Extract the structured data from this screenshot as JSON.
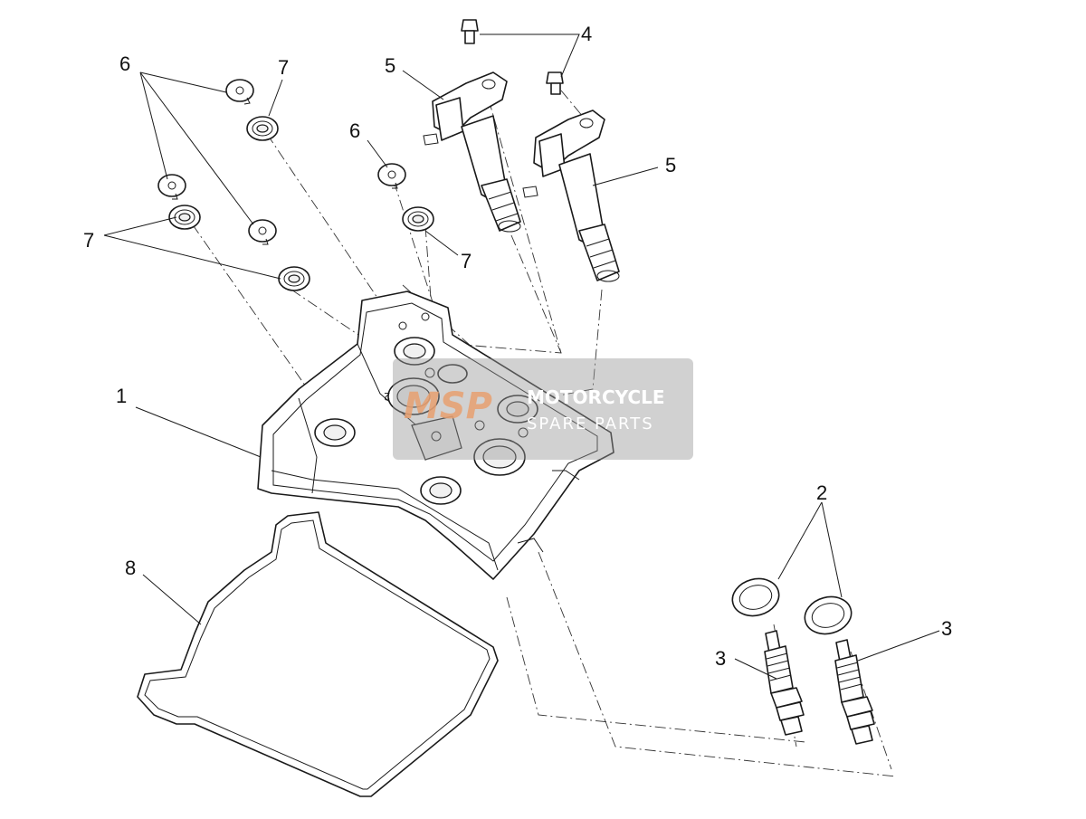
{
  "callouts": {
    "n1": "1",
    "n2": "2",
    "n3a": "3",
    "n3b": "3",
    "n4": "4",
    "n5a": "5",
    "n5b": "5",
    "n6a": "6",
    "n6b": "6",
    "n7a": "7",
    "n7b": "7",
    "n7c": "7",
    "n8": "8"
  },
  "watermark": {
    "logo": "MSP",
    "line1": "MOTORCYCLE",
    "line2": "SPARE PARTS"
  },
  "cover_marking": "2",
  "colors": {
    "line": "#1a1a1a",
    "watermark_box": "#9a9a9a",
    "watermark_logo": "#e8a070"
  }
}
